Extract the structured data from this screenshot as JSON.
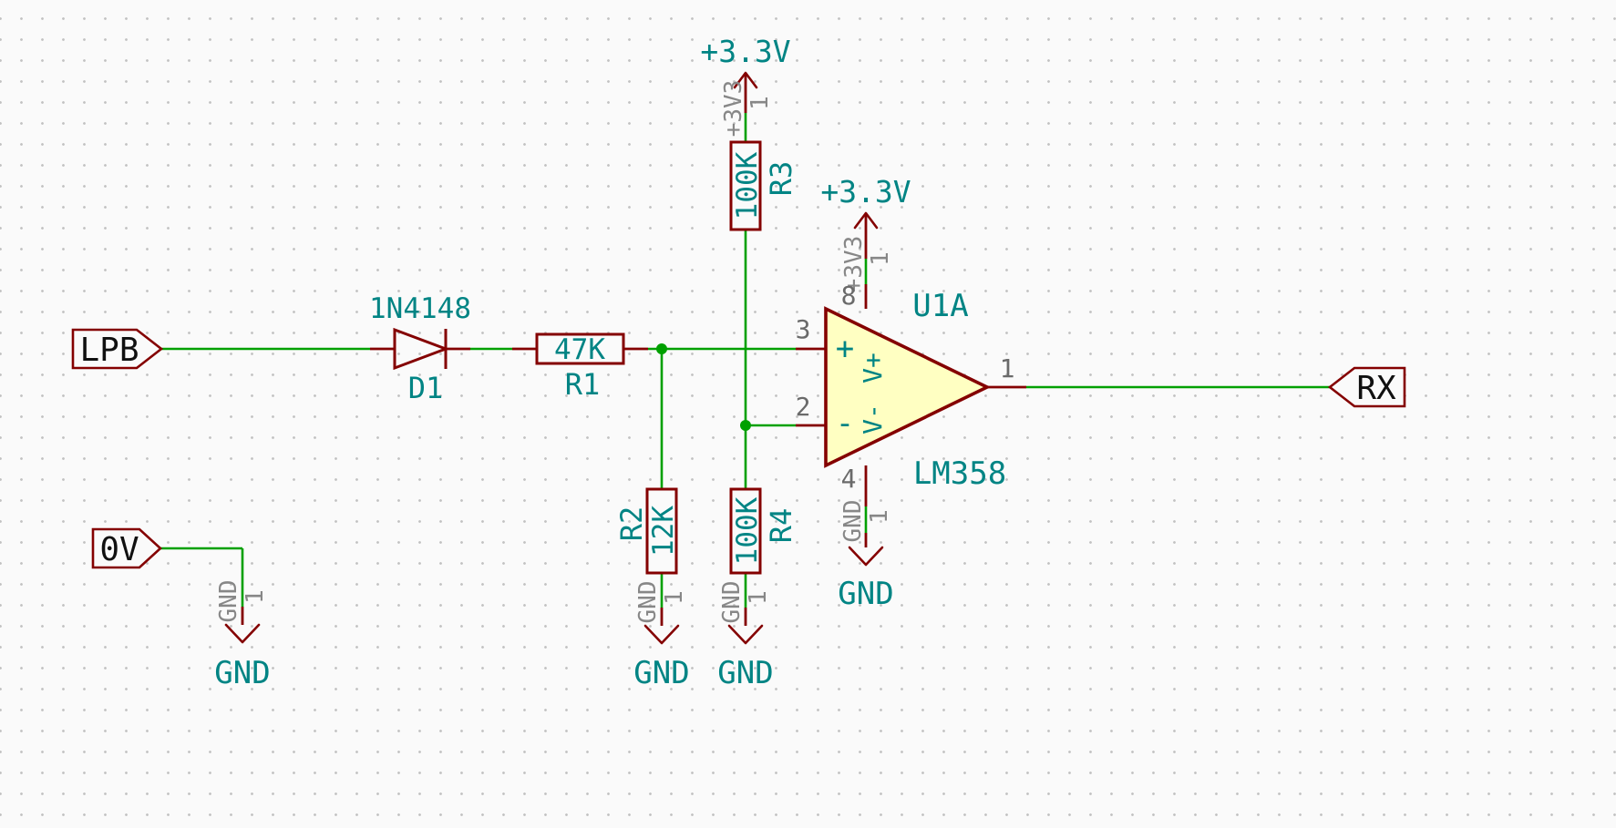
{
  "net_labels": {
    "lpb": "LPB",
    "rx": "RX",
    "ov": "0V"
  },
  "power": {
    "vcc1": {
      "label": "+3.3V",
      "pin_name": "+3V3",
      "pin_num": "1"
    },
    "vcc2": {
      "label": "+3.3V",
      "pin_name": "+3V3",
      "pin_num": "1"
    },
    "gnd_r2": {
      "label": "GND",
      "pin_name": "GND",
      "pin_num": "1"
    },
    "gnd_r4": {
      "label": "GND",
      "pin_name": "GND",
      "pin_num": "1"
    },
    "gnd_u1": {
      "label": "GND",
      "pin_name": "GND",
      "pin_num": "1"
    },
    "gnd_ov": {
      "label": "GND",
      "pin_name": "GND",
      "pin_num": "1"
    }
  },
  "components": {
    "d1": {
      "reference": "D1",
      "value": "1N4148"
    },
    "r1": {
      "reference": "R1",
      "value": "47K"
    },
    "r2": {
      "reference": "R2",
      "value": "12K"
    },
    "r3": {
      "reference": "R3",
      "value": "100K"
    },
    "r4": {
      "reference": "R4",
      "value": "100K"
    },
    "u1a": {
      "reference": "U1A",
      "value": "LM358",
      "plus_input": "+",
      "minus_input": "-",
      "vplus": "V+",
      "vminus": "V-",
      "pin1_num": "1",
      "pin2_num": "2",
      "pin3_num": "3",
      "pin4_num": "4",
      "pin8_num": "8"
    }
  },
  "colors": {
    "wire": "#00A000",
    "device": "#840000",
    "fields": "#008484",
    "pin_text": "#878787",
    "pin_number": "#6A6A6A",
    "label_text": "#101010",
    "device_fill": "#FFFFC2",
    "bg": "#FAFAFA",
    "grid_dot": "#C2C2C2"
  }
}
